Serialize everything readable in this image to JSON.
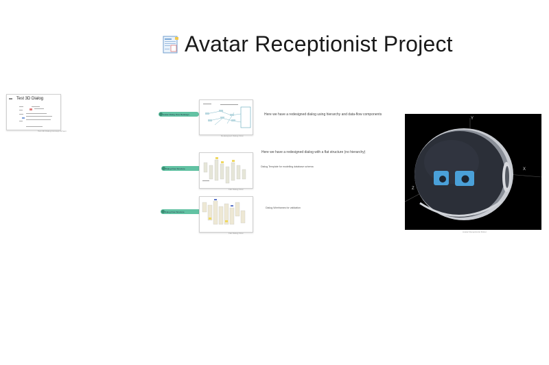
{
  "page": {
    "title": "Avatar Receptionist Project"
  },
  "left_thumbnail": {
    "heading": "Test 3D Dialog",
    "caption": "Test 3D Dialog Concept Screen"
  },
  "rows": [
    {
      "pill_label": "Avatar Dialog Flow Redesign",
      "note": "Here we have a redesigned dialog using hierarchy and data-flow components",
      "caption": "Redesigned Dialog Flow"
    },
    {
      "pill_label": "Dialog Flow Structure",
      "note": "Here we have a redesigned dialog with a flat structure (no hierarchy)",
      "subnote": "Dialog Template for modelling database schema",
      "caption": "Flat Dialog Flow"
    },
    {
      "pill_label": "Dialog Flow Structure",
      "subnote": "Dialog Wireframes for validation",
      "caption": "Flat Dialog Flow"
    }
  ],
  "robot": {
    "axis_x": "X",
    "axis_y": "Y",
    "axis_z": "Z",
    "caption": "Avatar Receptionist Robot",
    "colors": {
      "body": "#2b2f38",
      "eyes": "#4aa0d8"
    }
  }
}
